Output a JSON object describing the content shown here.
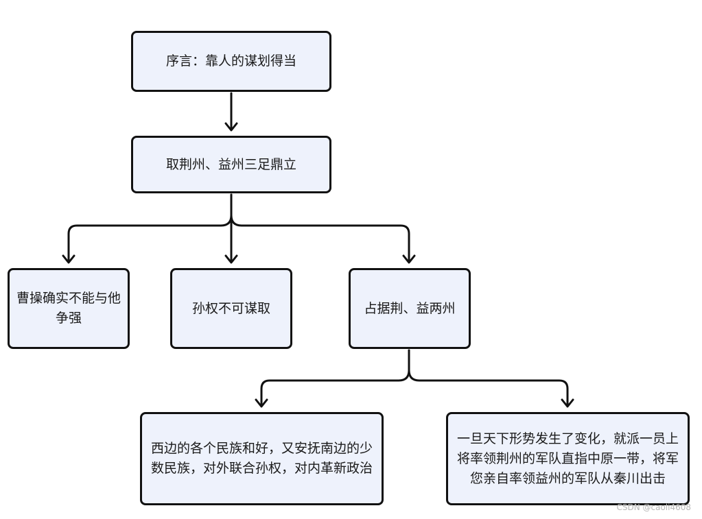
{
  "nodes": {
    "preface": "序言：靠人的谋划得当",
    "take_jing_yi": "取荆州、益州三足鼎立",
    "cao_cao": "曹操确实不能与他争强",
    "sun_quan": "孙权不可谋取",
    "occupy": "占据荆、益两州",
    "west_policy": "西边的各个民族和好，又安抚南边的少数民族，对外联合孙权，对内革新政治",
    "change_policy": "一旦天下形势发生了变化，就派一员上将率领荆州的军队直指中原一带，将军您亲自率领益州的军队从秦川出击"
  },
  "watermark": "CSDN @caoli4608"
}
